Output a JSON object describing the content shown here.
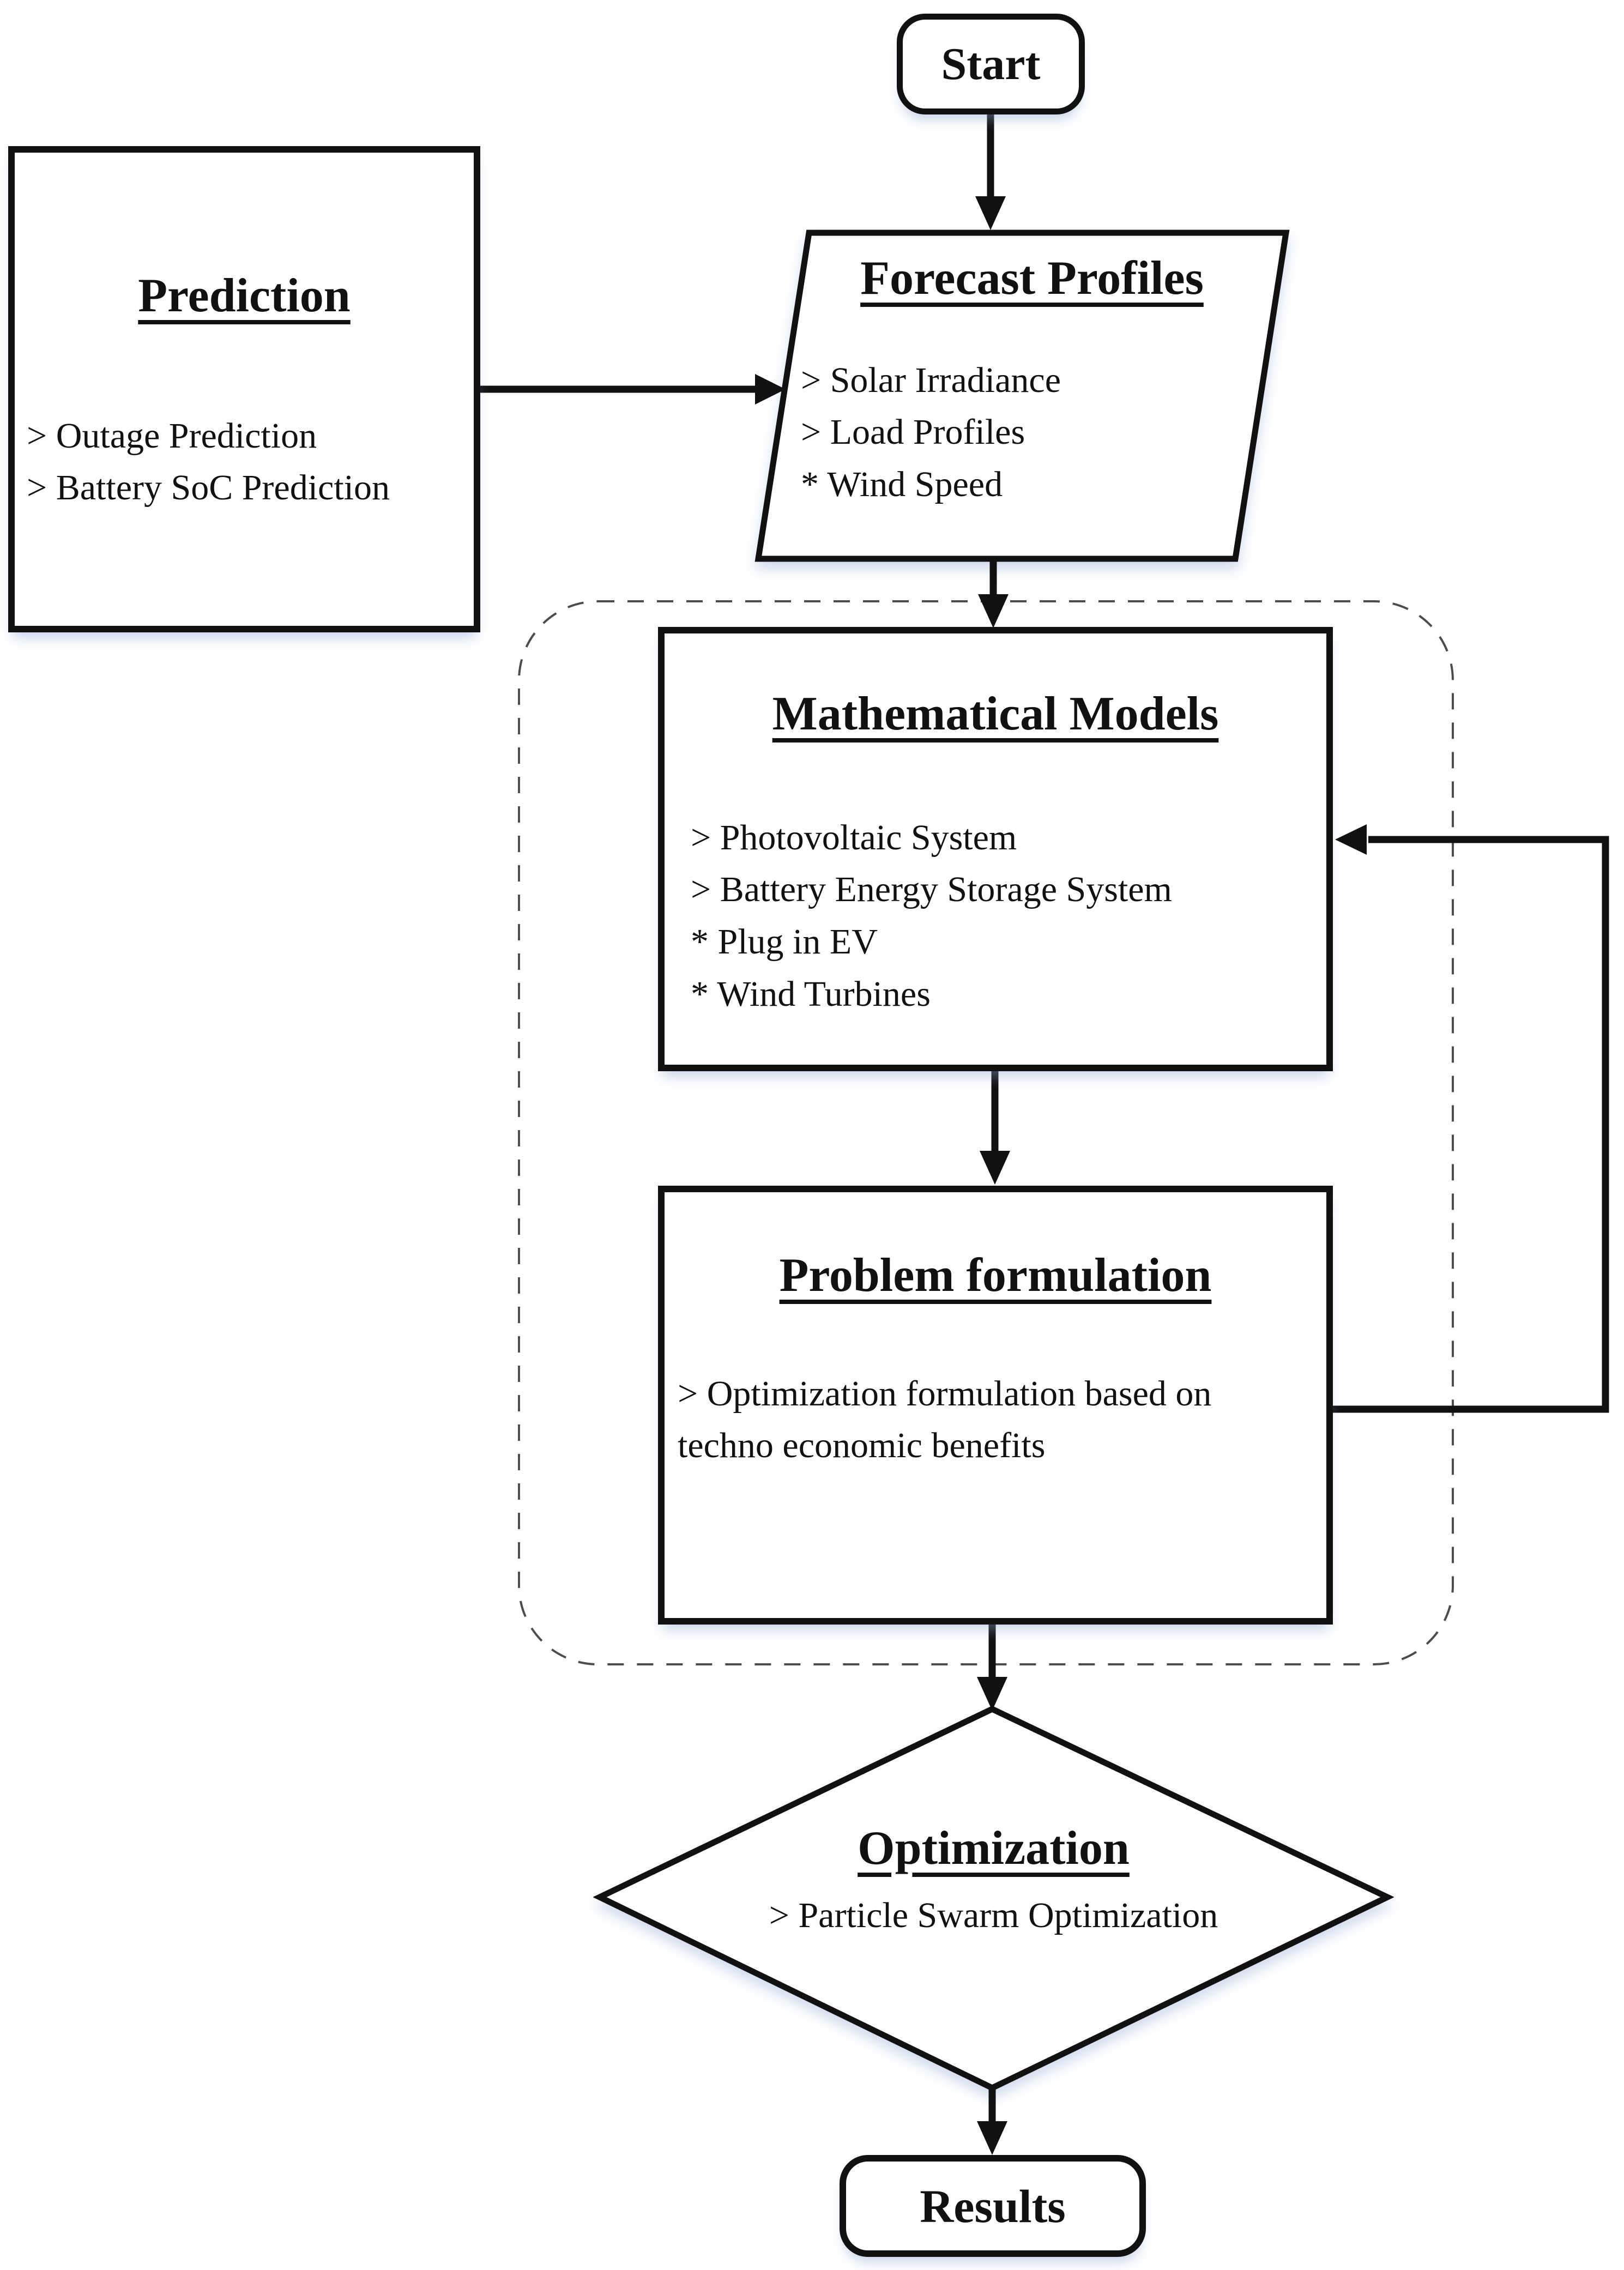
{
  "page": {
    "background": "#ffffff"
  },
  "colors": {
    "line": "#111111",
    "node_fill": "#ffffff",
    "dashed_boundary": "#4d4d4d",
    "shadow_tint": "rgba(140,165,210,0.45)"
  },
  "nodes": {
    "start": {
      "label": "Start"
    },
    "prediction": {
      "title": "Prediction",
      "items": [
        "> Outage Prediction",
        "> Battery SoC Prediction"
      ]
    },
    "forecast_profiles": {
      "title": "Forecast Profiles",
      "items": [
        "> Solar Irradiance",
        "> Load Profiles",
        "* Wind Speed"
      ]
    },
    "mathematical_models": {
      "title": "Mathematical Models",
      "items": [
        "> Photovoltaic System",
        "> Battery Energy Storage System",
        "* Plug in EV",
        "* Wind Turbines"
      ]
    },
    "problem_formulation": {
      "title": "Problem formulation",
      "items": [
        ">  Optimization formulation based on techno economic benefits"
      ]
    },
    "optimization": {
      "title": "Optimization",
      "items": [
        "> Particle Swarm Optimization"
      ]
    },
    "results": {
      "label": "Results"
    }
  },
  "edges": [
    {
      "from": "start",
      "to": "forecast_profiles"
    },
    {
      "from": "prediction",
      "to": "forecast_profiles"
    },
    {
      "from": "forecast_profiles",
      "to": "mathematical_models"
    },
    {
      "from": "mathematical_models",
      "to": "problem_formulation"
    },
    {
      "from": "problem_formulation",
      "to": "mathematical_models",
      "type": "feedback"
    },
    {
      "from": "problem_formulation",
      "to": "optimization"
    },
    {
      "from": "optimization",
      "to": "results"
    }
  ]
}
